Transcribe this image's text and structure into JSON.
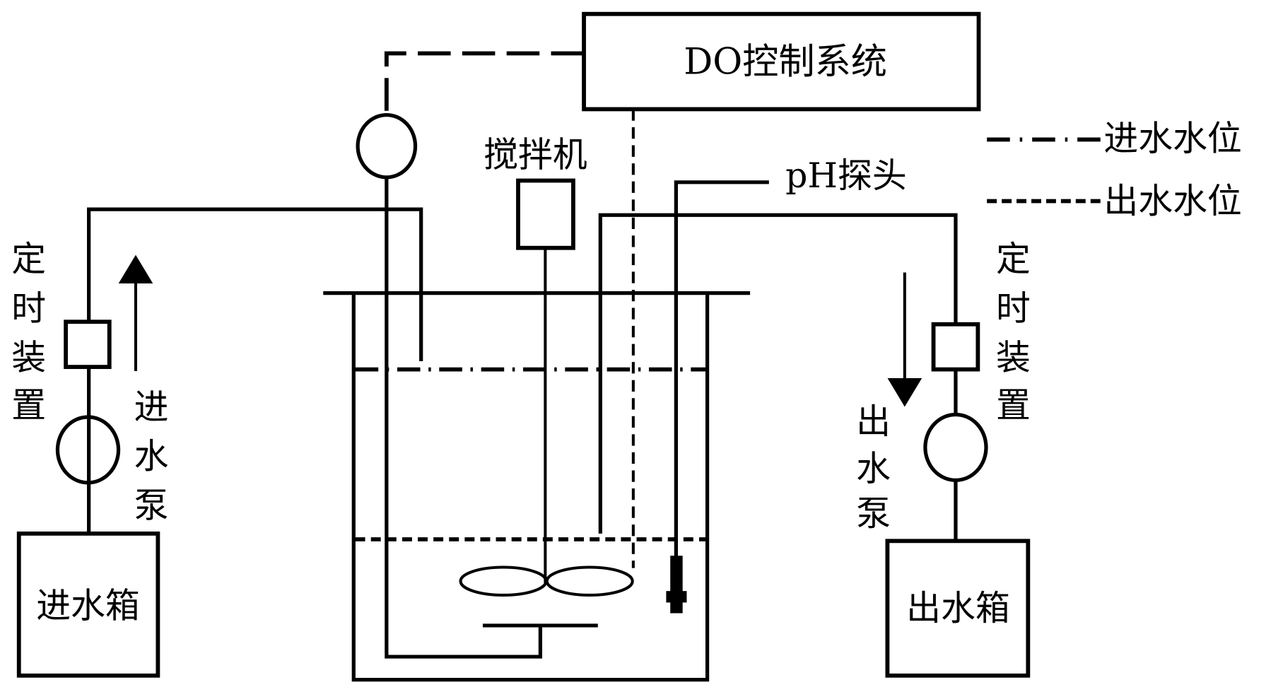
{
  "diagram": {
    "title": "SBR reactor with DO control system",
    "control_system": {
      "label": "DO控制系统"
    },
    "stirrer": {
      "label": "搅拌机"
    },
    "ph_probe": {
      "label": "pH探头"
    },
    "legend": [
      {
        "label": "进水水位",
        "style": "dash-dot"
      },
      {
        "label": "出水水位",
        "style": "dashed"
      }
    ],
    "inlet": {
      "timer_label": [
        "定",
        "时",
        "装",
        "置"
      ],
      "pump_label": [
        "进",
        "水",
        "泵"
      ],
      "tank_label": "进水箱",
      "flow_direction": "up"
    },
    "outlet": {
      "timer_label": [
        "定",
        "时",
        "装",
        "置"
      ],
      "pump_label": [
        "出",
        "水",
        "泵"
      ],
      "tank_label": "出水箱",
      "flow_direction": "down"
    },
    "line_color": "#000000",
    "background": "#ffffff"
  }
}
